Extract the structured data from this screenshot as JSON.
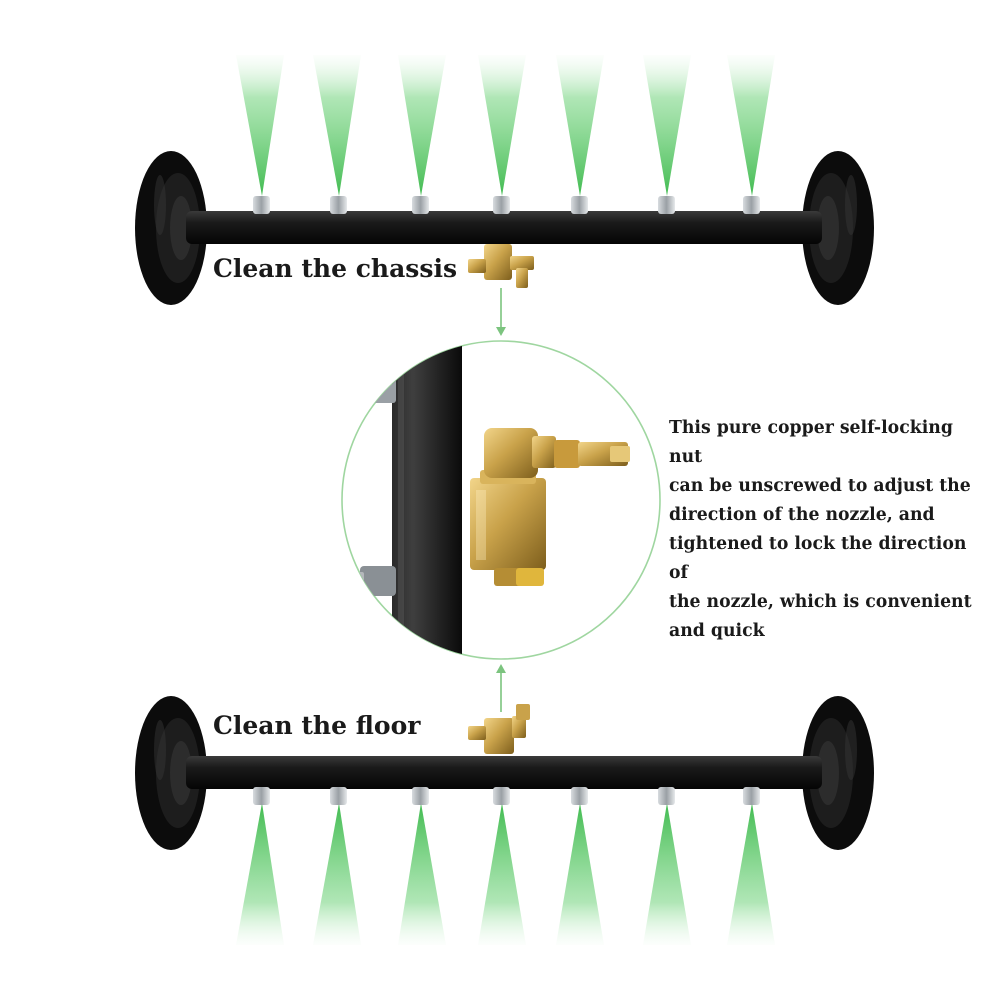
{
  "captions": {
    "top": "Clean the chassis",
    "bottom": "Clean the floor"
  },
  "description": "This pure copper self-locking nut\ncan be unscrewed to adjust the\ndirection of the nozzle, and\ntightened to lock the direction of\nthe nozzle, which is convenient\nand quick",
  "colors": {
    "spray": "#3fbf4f",
    "callout_ring": "#9fd6a0",
    "arrow": "#7cc47f",
    "bar": "#161616",
    "wheel": "#0e0e0e",
    "brass": "#c9a24a",
    "nozzle": "#b8bcc0"
  },
  "icons": {
    "spray": "spray-jet-icon",
    "nozzle": "nozzle-icon",
    "wheel": "wheel-icon",
    "connector": "brass-connector-icon"
  }
}
